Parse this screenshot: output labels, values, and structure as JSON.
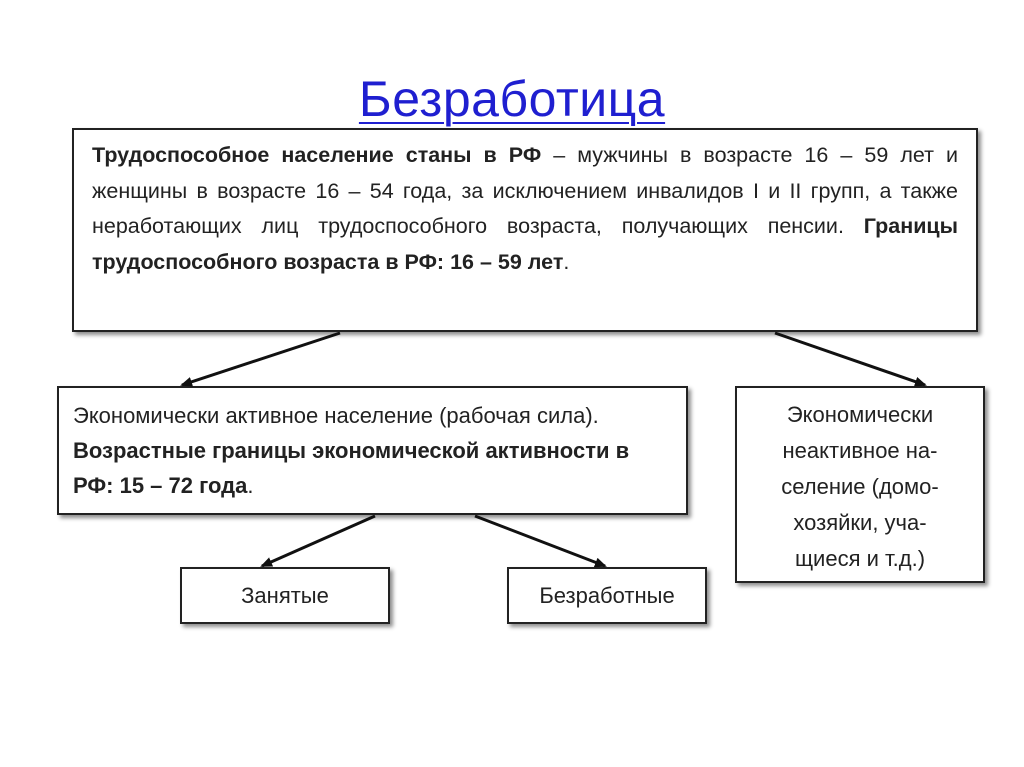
{
  "title": "Безработица",
  "population_box": {
    "bold_lead": "Трудоспособное население станы в РФ",
    "text_1": " – мужчины в возрасте 16 – 59 лет и женщины в возрасте 16 – 54 года, за исключением инвалидов I и II групп, а также неработающих лиц трудоспособного возраста, получающих пенсии. ",
    "bold_tail": "Границы трудоспособного возраста в РФ: 16 – 59 лет",
    "end": "."
  },
  "active_box": {
    "text_1": "Экономически активное население (рабочая сила). ",
    "bold": "Возрастные границы экономической активности в РФ: 15 – 72 года",
    "end": "."
  },
  "inactive_box": {
    "line_1": "Экономически",
    "line_2": "неактивное на-",
    "line_3": "селение (домо-",
    "line_4": "хозяйки, уча-",
    "line_5": "щиеся и т.д.)"
  },
  "employed_box": {
    "label": "Занятые"
  },
  "unemployed_box": {
    "label": "Безработные"
  }
}
